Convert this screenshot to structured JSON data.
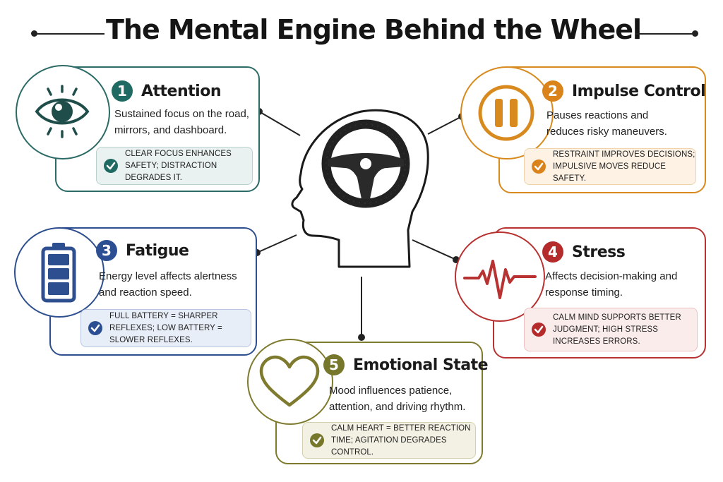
{
  "title": "The Mental Engine Behind the Wheel",
  "colors": {
    "attention": "#2c6b66",
    "impulse": "#d98a1e",
    "fatigue": "#2e4f8f",
    "stress": "#b83232",
    "emotion": "#7e7a2e"
  },
  "center": {
    "icon": "head-with-steering-wheel-icon"
  },
  "factors": {
    "attention": {
      "number": "1",
      "title": "Attention",
      "description": "Sustained focus on the road, mirrors, and dashboard.",
      "note": "Clear focus enhances safety; distraction degrades it.",
      "icon": "eye-icon"
    },
    "impulse": {
      "number": "2",
      "title": "Impulse Control",
      "description": "Pauses reactions and reduces risky maneuvers.",
      "note": "Restraint improves decisions; impulsive moves reduce safety.",
      "icon": "pause-icon"
    },
    "fatigue": {
      "number": "3",
      "title": "Fatigue",
      "description": "Energy level affects alertness and reaction speed.",
      "note": "Full battery = sharper reflexes; low battery = slower reflexes.",
      "icon": "battery-icon"
    },
    "stress": {
      "number": "4",
      "title": "Stress",
      "description": "Affects decision-making and response timing.",
      "note": "Calm mind supports better judgment; high stress increases errors.",
      "icon": "heartbeat-pulse-icon"
    },
    "emotion": {
      "number": "5",
      "title": "Emotional State",
      "description": "Mood influences patience, attention, and driving rhythm.",
      "note": "Calm heart = better reaction time; agitation degrades control.",
      "icon": "heart-icon"
    }
  }
}
